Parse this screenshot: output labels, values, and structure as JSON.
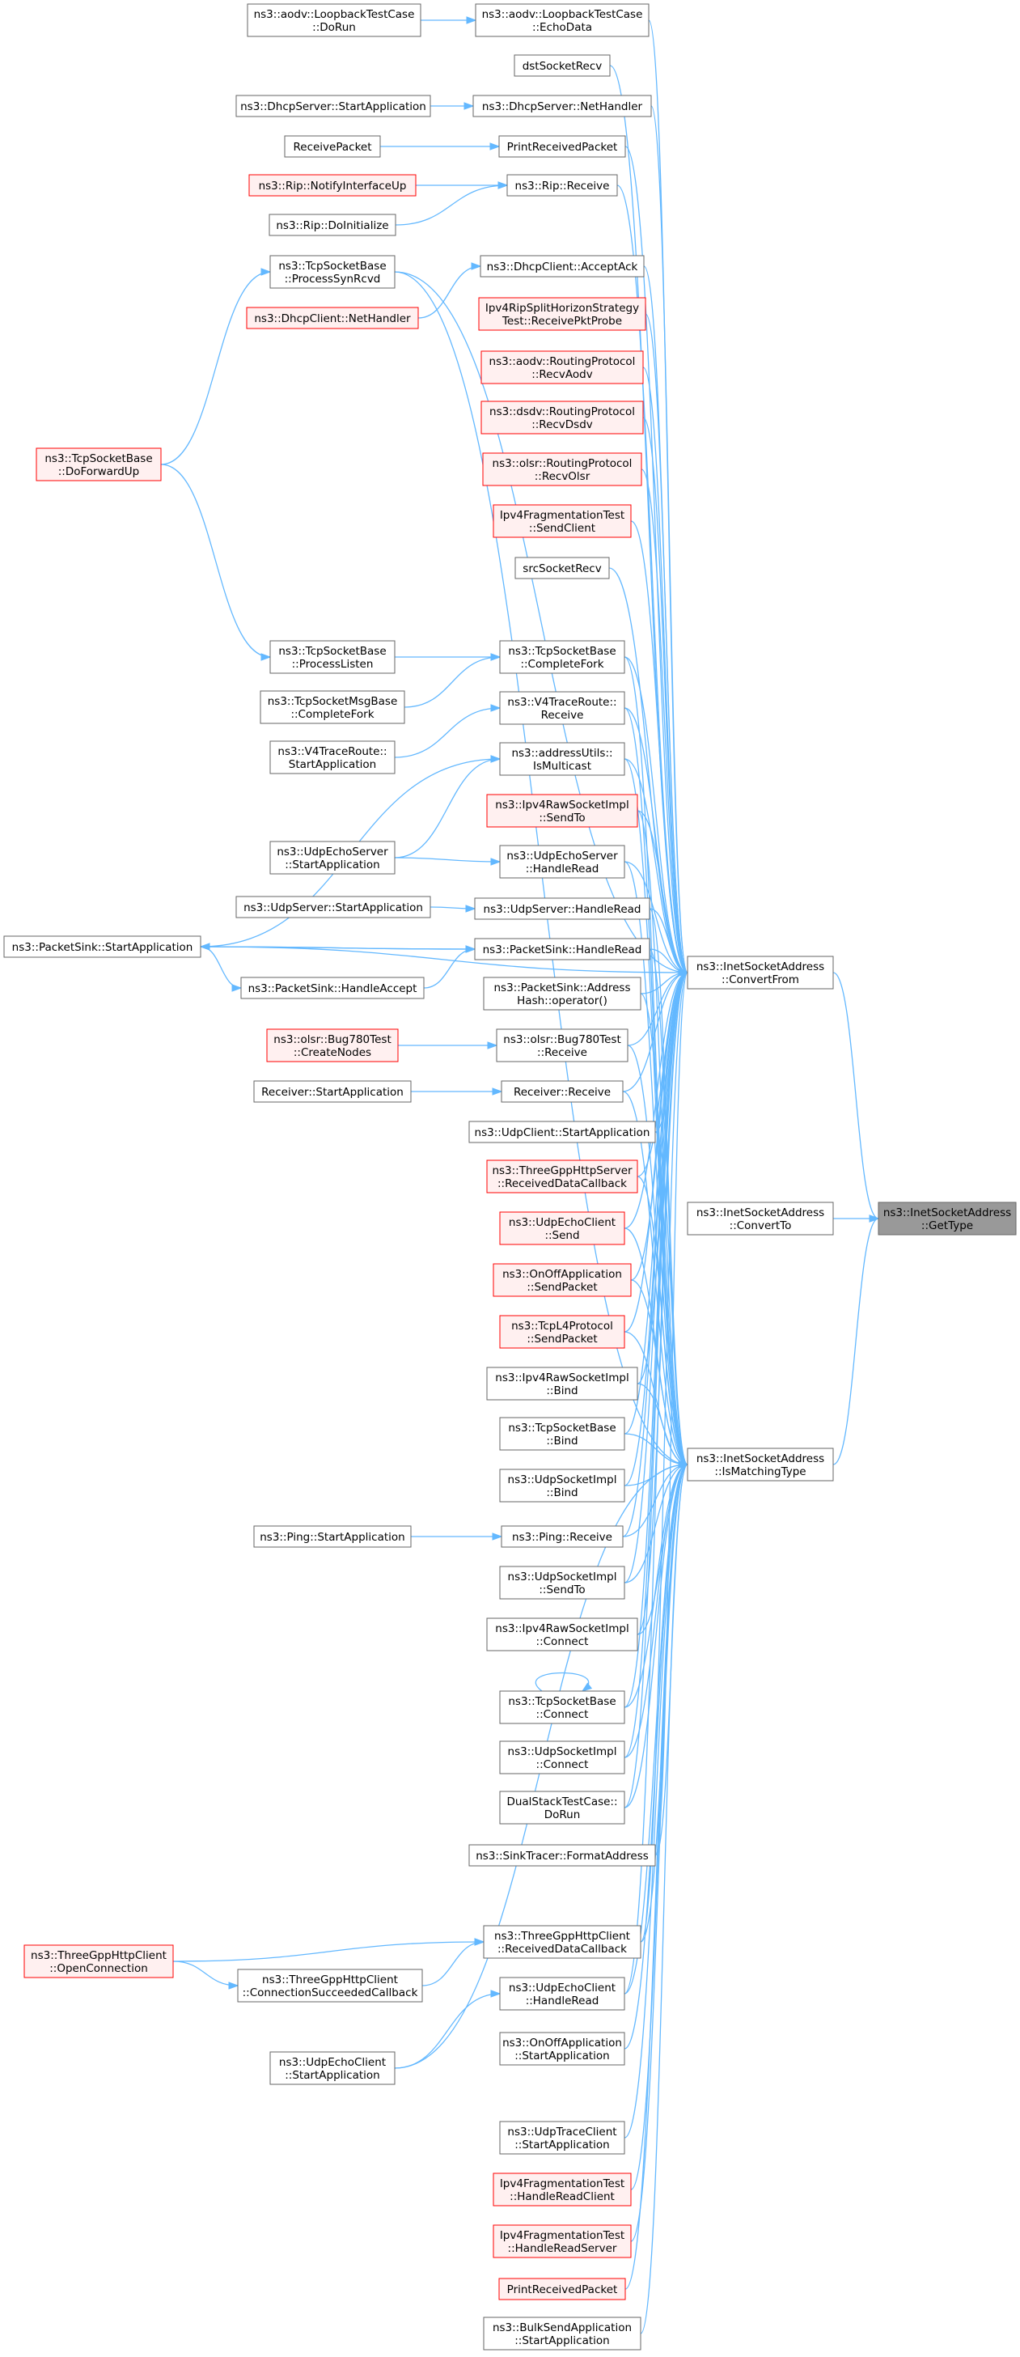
{
  "nodes": [
    {
      "id": "aodv_loopback_dorun",
      "lines": [
        "ns3::aodv::LoopbackTestCase",
        "::DoRun"
      ],
      "style": "normal"
    },
    {
      "id": "aodv_loopback_echodata",
      "lines": [
        "ns3::aodv::LoopbackTestCase",
        "::EchoData"
      ],
      "style": "normal"
    },
    {
      "id": "dstsocketrecv",
      "lines": [
        "dstSocketRecv"
      ],
      "style": "normal"
    },
    {
      "id": "dhcpserver_startapp",
      "lines": [
        "ns3::DhcpServer::StartApplication"
      ],
      "style": "normal"
    },
    {
      "id": "dhcpserver_nethandler",
      "lines": [
        "ns3::DhcpServer::NetHandler"
      ],
      "style": "normal"
    },
    {
      "id": "receivepacket",
      "lines": [
        "ReceivePacket"
      ],
      "style": "normal"
    },
    {
      "id": "printreceivedpacket_1",
      "lines": [
        "PrintReceivedPacket"
      ],
      "style": "normal"
    },
    {
      "id": "rip_notifyinterfaceup",
      "lines": [
        "ns3::Rip::NotifyInterfaceUp"
      ],
      "style": "red"
    },
    {
      "id": "rip_receive",
      "lines": [
        "ns3::Rip::Receive"
      ],
      "style": "normal"
    },
    {
      "id": "rip_doinitialize",
      "lines": [
        "ns3::Rip::DoInitialize"
      ],
      "style": "normal"
    },
    {
      "id": "tcp_processsynrcvd",
      "lines": [
        "ns3::TcpSocketBase",
        "::ProcessSynRcvd"
      ],
      "style": "normal"
    },
    {
      "id": "dhcpclient_acceptack",
      "lines": [
        "ns3::DhcpClient::AcceptAck"
      ],
      "style": "normal"
    },
    {
      "id": "dhcpclient_nethandler",
      "lines": [
        "ns3::DhcpClient::NetHandler"
      ],
      "style": "red"
    },
    {
      "id": "ipv4rip_probe",
      "lines": [
        "Ipv4RipSplitHorizonStrategy",
        "Test::ReceivePktProbe"
      ],
      "style": "red"
    },
    {
      "id": "aodv_recvaodv",
      "lines": [
        "ns3::aodv::RoutingProtocol",
        "::RecvAodv"
      ],
      "style": "red"
    },
    {
      "id": "dsdv_recvdsdv",
      "lines": [
        "ns3::dsdv::RoutingProtocol",
        "::RecvDsdv"
      ],
      "style": "red"
    },
    {
      "id": "olsr_recvolsr",
      "lines": [
        "ns3::olsr::RoutingProtocol",
        "::RecvOlsr"
      ],
      "style": "red"
    },
    {
      "id": "tcp_doforwardup",
      "lines": [
        "ns3::TcpSocketBase",
        "::DoForwardUp"
      ],
      "style": "red"
    },
    {
      "id": "ipv4frag_sendclient",
      "lines": [
        "Ipv4FragmentationTest",
        "::SendClient"
      ],
      "style": "red"
    },
    {
      "id": "srcsocketrecv",
      "lines": [
        "srcSocketRecv"
      ],
      "style": "normal"
    },
    {
      "id": "tcp_processlisten",
      "lines": [
        "ns3::TcpSocketBase",
        "::ProcessListen"
      ],
      "style": "normal"
    },
    {
      "id": "tcp_completefork",
      "lines": [
        "ns3::TcpSocketBase",
        "::CompleteFork"
      ],
      "style": "normal"
    },
    {
      "id": "tcpmsg_completefork",
      "lines": [
        "ns3::TcpSocketMsgBase",
        "::CompleteFork"
      ],
      "style": "normal"
    },
    {
      "id": "v4traceroute_receive",
      "lines": [
        "ns3::V4TraceRoute::",
        "Receive"
      ],
      "style": "normal"
    },
    {
      "id": "v4traceroute_startapp",
      "lines": [
        "ns3::V4TraceRoute::",
        "StartApplication"
      ],
      "style": "normal"
    },
    {
      "id": "addressutils_ismulticast",
      "lines": [
        "ns3::addressUtils::",
        "IsMulticast"
      ],
      "style": "normal"
    },
    {
      "id": "ipv4raw_sendto",
      "lines": [
        "ns3::Ipv4RawSocketImpl",
        "::SendTo"
      ],
      "style": "red"
    },
    {
      "id": "udpechoserver_startapp",
      "lines": [
        "ns3::UdpEchoServer",
        "::StartApplication"
      ],
      "style": "normal"
    },
    {
      "id": "udpechoserver_handleread",
      "lines": [
        "ns3::UdpEchoServer",
        "::HandleRead"
      ],
      "style": "normal"
    },
    {
      "id": "udpserver_startapp",
      "lines": [
        "ns3::UdpServer::StartApplication"
      ],
      "style": "normal"
    },
    {
      "id": "udpserver_handleread",
      "lines": [
        "ns3::UdpServer::HandleRead"
      ],
      "style": "normal"
    },
    {
      "id": "packetsink_startapp",
      "lines": [
        "ns3::PacketSink::StartApplication"
      ],
      "style": "normal"
    },
    {
      "id": "packetsink_handleread",
      "lines": [
        "ns3::PacketSink::HandleRead"
      ],
      "style": "normal"
    },
    {
      "id": "inet_convertfrom",
      "lines": [
        "ns3::InetSocketAddress",
        "::ConvertFrom"
      ],
      "style": "normal"
    },
    {
      "id": "packetsink_handleaccept",
      "lines": [
        "ns3::PacketSink::HandleAccept"
      ],
      "style": "normal"
    },
    {
      "id": "packetsink_addresshash",
      "lines": [
        "ns3::PacketSink::Address",
        "Hash::operator()"
      ],
      "style": "normal"
    },
    {
      "id": "olsr_bug780_createnodes",
      "lines": [
        "ns3::olsr::Bug780Test",
        "::CreateNodes"
      ],
      "style": "red"
    },
    {
      "id": "olsr_bug780_receive",
      "lines": [
        "ns3::olsr::Bug780Test",
        "::Receive"
      ],
      "style": "normal"
    },
    {
      "id": "receiver_startapp",
      "lines": [
        "Receiver::StartApplication"
      ],
      "style": "normal"
    },
    {
      "id": "receiver_receive",
      "lines": [
        "Receiver::Receive"
      ],
      "style": "normal"
    },
    {
      "id": "udpclient_startapp",
      "lines": [
        "ns3::UdpClient::StartApplication"
      ],
      "style": "normal"
    },
    {
      "id": "threegpp_server_received",
      "lines": [
        "ns3::ThreeGppHttpServer",
        "::ReceivedDataCallback"
      ],
      "style": "red"
    },
    {
      "id": "inet_convertto",
      "lines": [
        "ns3::InetSocketAddress",
        "::ConvertTo"
      ],
      "style": "normal"
    },
    {
      "id": "inet_gettype",
      "lines": [
        "ns3::InetSocketAddress",
        "::GetType"
      ],
      "style": "selected"
    },
    {
      "id": "udpechoclient_send",
      "lines": [
        "ns3::UdpEchoClient",
        "::Send"
      ],
      "style": "red"
    },
    {
      "id": "onoff_sendpacket",
      "lines": [
        "ns3::OnOffApplication",
        "::SendPacket"
      ],
      "style": "red"
    },
    {
      "id": "tcpl4_sendpacket",
      "lines": [
        "ns3::TcpL4Protocol",
        "::SendPacket"
      ],
      "style": "red"
    },
    {
      "id": "ipv4raw_bind",
      "lines": [
        "ns3::Ipv4RawSocketImpl",
        "::Bind"
      ],
      "style": "normal"
    },
    {
      "id": "tcp_bind",
      "lines": [
        "ns3::TcpSocketBase",
        "::Bind"
      ],
      "style": "normal"
    },
    {
      "id": "inet_ismatchingtype",
      "lines": [
        "ns3::InetSocketAddress",
        "::IsMatchingType"
      ],
      "style": "normal"
    },
    {
      "id": "udpsocket_bind",
      "lines": [
        "ns3::UdpSocketImpl",
        "::Bind"
      ],
      "style": "normal"
    },
    {
      "id": "ping_startapp",
      "lines": [
        "ns3::Ping::StartApplication"
      ],
      "style": "normal"
    },
    {
      "id": "ping_receive",
      "lines": [
        "ns3::Ping::Receive"
      ],
      "style": "normal"
    },
    {
      "id": "udpsocket_sendto",
      "lines": [
        "ns3::UdpSocketImpl",
        "::SendTo"
      ],
      "style": "normal"
    },
    {
      "id": "ipv4raw_connect",
      "lines": [
        "ns3::Ipv4RawSocketImpl",
        "::Connect"
      ],
      "style": "normal"
    },
    {
      "id": "tcp_connect",
      "lines": [
        "ns3::TcpSocketBase",
        "::Connect"
      ],
      "style": "normal"
    },
    {
      "id": "udpsocket_connect",
      "lines": [
        "ns3::UdpSocketImpl",
        "::Connect"
      ],
      "style": "normal"
    },
    {
      "id": "dualstack_dorun",
      "lines": [
        "DualStackTestCase::",
        "DoRun"
      ],
      "style": "normal"
    },
    {
      "id": "sinktracer_formataddress",
      "lines": [
        "ns3::SinkTracer::FormatAddress"
      ],
      "style": "normal"
    },
    {
      "id": "threegpp_client_received",
      "lines": [
        "ns3::ThreeGppHttpClient",
        "::ReceivedDataCallback"
      ],
      "style": "normal"
    },
    {
      "id": "threegpp_client_openconn",
      "lines": [
        "ns3::ThreeGppHttpClient",
        "::OpenConnection"
      ],
      "style": "red"
    },
    {
      "id": "threegpp_client_connsucc",
      "lines": [
        "ns3::ThreeGppHttpClient",
        "::ConnectionSucceededCallback"
      ],
      "style": "normal"
    },
    {
      "id": "udpechoclient_handleread",
      "lines": [
        "ns3::UdpEchoClient",
        "::HandleRead"
      ],
      "style": "normal"
    },
    {
      "id": "onoff_startapp",
      "lines": [
        "ns3::OnOffApplication",
        "::StartApplication"
      ],
      "style": "normal"
    },
    {
      "id": "udpechoclient_startapp",
      "lines": [
        "ns3::UdpEchoClient",
        "::StartApplication"
      ],
      "style": "normal"
    },
    {
      "id": "udptraceclient_startapp",
      "lines": [
        "ns3::UdpTraceClient",
        "::StartApplication"
      ],
      "style": "normal"
    },
    {
      "id": "ipv4frag_handlereadclient",
      "lines": [
        "Ipv4FragmentationTest",
        "::HandleReadClient"
      ],
      "style": "red"
    },
    {
      "id": "ipv4frag_handlereadserver",
      "lines": [
        "Ipv4FragmentationTest",
        "::HandleReadServer"
      ],
      "style": "red"
    },
    {
      "id": "printreceivedpacket_2",
      "lines": [
        "PrintReceivedPacket"
      ],
      "style": "red"
    },
    {
      "id": "bulksend_startapp",
      "lines": [
        "ns3::BulkSendApplication",
        "::StartApplication"
      ],
      "style": "normal"
    }
  ],
  "edges": [
    [
      "inet_convertfrom",
      "inet_gettype"
    ],
    [
      "inet_convertto",
      "inet_gettype"
    ],
    [
      "inet_ismatchingtype",
      "inet_gettype"
    ],
    [
      "aodv_loopback_dorun",
      "aodv_loopback_echodata"
    ],
    [
      "dhcpserver_startapp",
      "dhcpserver_nethandler"
    ],
    [
      "receivepacket",
      "printreceivedpacket_1"
    ],
    [
      "rip_notifyinterfaceup",
      "rip_receive"
    ],
    [
      "rip_doinitialize",
      "rip_receive"
    ],
    [
      "dhcpclient_nethandler",
      "dhcpclient_acceptack"
    ],
    [
      "tcp_doforwardup",
      "tcp_processsynrcvd"
    ],
    [
      "tcp_doforwardup",
      "tcp_processlisten"
    ],
    [
      "tcp_processlisten",
      "tcp_completefork"
    ],
    [
      "tcpmsg_completefork",
      "tcp_completefork"
    ],
    [
      "v4traceroute_startapp",
      "v4traceroute_receive"
    ],
    [
      "udpechoserver_startapp",
      "addressutils_ismulticast"
    ],
    [
      "udpechoserver_startapp",
      "udpechoserver_handleread"
    ],
    [
      "udpserver_startapp",
      "udpserver_handleread"
    ],
    [
      "packetsink_startapp",
      "addressutils_ismulticast"
    ],
    [
      "packetsink_startapp",
      "packetsink_handleread"
    ],
    [
      "packetsink_handleaccept",
      "packetsink_handleread"
    ],
    [
      "packetsink_handleread",
      "packetsink_startapp"
    ],
    [
      "packetsink_startapp",
      "packetsink_handleaccept"
    ],
    [
      "olsr_bug780_createnodes",
      "olsr_bug780_receive"
    ],
    [
      "receiver_startapp",
      "receiver_receive"
    ],
    [
      "ping_startapp",
      "ping_receive"
    ],
    [
      "threegpp_client_openconn",
      "threegpp_client_received"
    ],
    [
      "threegpp_client_openconn",
      "threegpp_client_connsucc"
    ],
    [
      "threegpp_client_connsucc",
      "threegpp_client_received"
    ],
    [
      "udpechoclient_startapp",
      "udpechoclient_handleread"
    ],
    [
      "tcp_connect",
      "tcp_connect"
    ],
    [
      "aodv_loopback_echodata",
      "inet_convertfrom"
    ],
    [
      "dstsocketrecv",
      "inet_convertfrom"
    ],
    [
      "dhcpserver_nethandler",
      "inet_convertfrom"
    ],
    [
      "printreceivedpacket_1",
      "inet_convertfrom"
    ],
    [
      "rip_receive",
      "inet_convertfrom"
    ],
    [
      "tcp_processsynrcvd",
      "inet_convertfrom"
    ],
    [
      "dhcpclient_acceptack",
      "inet_convertfrom"
    ],
    [
      "ipv4rip_probe",
      "inet_convertfrom"
    ],
    [
      "aodv_recvaodv",
      "inet_convertfrom"
    ],
    [
      "dsdv_recvdsdv",
      "inet_convertfrom"
    ],
    [
      "olsr_recvolsr",
      "inet_convertfrom"
    ],
    [
      "ipv4frag_sendclient",
      "inet_convertfrom"
    ],
    [
      "srcsocketrecv",
      "inet_convertfrom"
    ],
    [
      "tcp_completefork",
      "inet_convertfrom"
    ],
    [
      "v4traceroute_receive",
      "inet_convertfrom"
    ],
    [
      "addressutils_ismulticast",
      "inet_convertfrom"
    ],
    [
      "ipv4raw_sendto",
      "inet_convertfrom"
    ],
    [
      "udpechoserver_handleread",
      "inet_convertfrom"
    ],
    [
      "udpserver_handleread",
      "inet_convertfrom"
    ],
    [
      "packetsink_handleread",
      "inet_convertfrom"
    ],
    [
      "packetsink_addresshash",
      "inet_convertfrom"
    ],
    [
      "olsr_bug780_receive",
      "inet_convertfrom"
    ],
    [
      "receiver_receive",
      "inet_convertfrom"
    ],
    [
      "udpclient_startapp",
      "inet_convertfrom"
    ],
    [
      "threegpp_server_received",
      "inet_convertfrom"
    ],
    [
      "udpechoclient_send",
      "inet_convertfrom"
    ],
    [
      "onoff_sendpacket",
      "inet_convertfrom"
    ],
    [
      "tcpl4_sendpacket",
      "inet_convertfrom"
    ],
    [
      "ipv4raw_bind",
      "inet_convertfrom"
    ],
    [
      "tcp_bind",
      "inet_convertfrom"
    ],
    [
      "udpsocket_bind",
      "inet_convertfrom"
    ],
    [
      "ping_receive",
      "inet_convertfrom"
    ],
    [
      "udpsocket_sendto",
      "inet_convertfrom"
    ],
    [
      "ipv4raw_connect",
      "inet_convertfrom"
    ],
    [
      "tcp_connect",
      "inet_convertfrom"
    ],
    [
      "udpsocket_connect",
      "inet_convertfrom"
    ],
    [
      "dualstack_dorun",
      "inet_convertfrom"
    ],
    [
      "sinktracer_formataddress",
      "inet_convertfrom"
    ],
    [
      "threegpp_client_received",
      "inet_convertfrom"
    ],
    [
      "udpechoclient_handleread",
      "inet_convertfrom"
    ],
    [
      "packetsink_startapp",
      "inet_convertfrom"
    ],
    [
      "addressutils_ismulticast",
      "inet_ismatchingtype"
    ],
    [
      "ipv4raw_sendto",
      "inet_ismatchingtype"
    ],
    [
      "udpechoserver_handleread",
      "inet_ismatchingtype"
    ],
    [
      "udpserver_handleread",
      "inet_ismatchingtype"
    ],
    [
      "packetsink_handleread",
      "inet_ismatchingtype"
    ],
    [
      "packetsink_addresshash",
      "inet_ismatchingtype"
    ],
    [
      "olsr_bug780_receive",
      "inet_ismatchingtype"
    ],
    [
      "receiver_receive",
      "inet_ismatchingtype"
    ],
    [
      "udpclient_startapp",
      "inet_ismatchingtype"
    ],
    [
      "threegpp_server_received",
      "inet_ismatchingtype"
    ],
    [
      "udpechoclient_send",
      "inet_ismatchingtype"
    ],
    [
      "onoff_sendpacket",
      "inet_ismatchingtype"
    ],
    [
      "tcpl4_sendpacket",
      "inet_ismatchingtype"
    ],
    [
      "ipv4raw_bind",
      "inet_ismatchingtype"
    ],
    [
      "tcp_bind",
      "inet_ismatchingtype"
    ],
    [
      "udpsocket_bind",
      "inet_ismatchingtype"
    ],
    [
      "ping_receive",
      "inet_ismatchingtype"
    ],
    [
      "udpsocket_sendto",
      "inet_ismatchingtype"
    ],
    [
      "ipv4raw_connect",
      "inet_ismatchingtype"
    ],
    [
      "tcp_connect",
      "inet_ismatchingtype"
    ],
    [
      "udpsocket_connect",
      "inet_ismatchingtype"
    ],
    [
      "dualstack_dorun",
      "inet_ismatchingtype"
    ],
    [
      "sinktracer_formataddress",
      "inet_ismatchingtype"
    ],
    [
      "threegpp_client_received",
      "inet_ismatchingtype"
    ],
    [
      "udpechoclient_handleread",
      "inet_ismatchingtype"
    ],
    [
      "onoff_startapp",
      "inet_ismatchingtype"
    ],
    [
      "udpechoclient_startapp",
      "inet_ismatchingtype"
    ],
    [
      "udptraceclient_startapp",
      "inet_ismatchingtype"
    ],
    [
      "ipv4frag_handlereadclient",
      "inet_ismatchingtype"
    ],
    [
      "ipv4frag_handlereadserver",
      "inet_ismatchingtype"
    ],
    [
      "printreceivedpacket_2",
      "inet_ismatchingtype"
    ],
    [
      "bulksend_startapp",
      "inet_ismatchingtype"
    ],
    [
      "tcp_completefork",
      "inet_ismatchingtype"
    ],
    [
      "v4traceroute_receive",
      "inet_ismatchingtype"
    ],
    [
      "tcp_processsynrcvd",
      "inet_ismatchingtype"
    ]
  ],
  "colors": {
    "edge": "#63b8ff",
    "node_border": "#666666",
    "node_fill": "#ffffff",
    "red_border": "#ff0000",
    "red_fill": "#fff0f0",
    "selected_fill": "#999999"
  }
}
